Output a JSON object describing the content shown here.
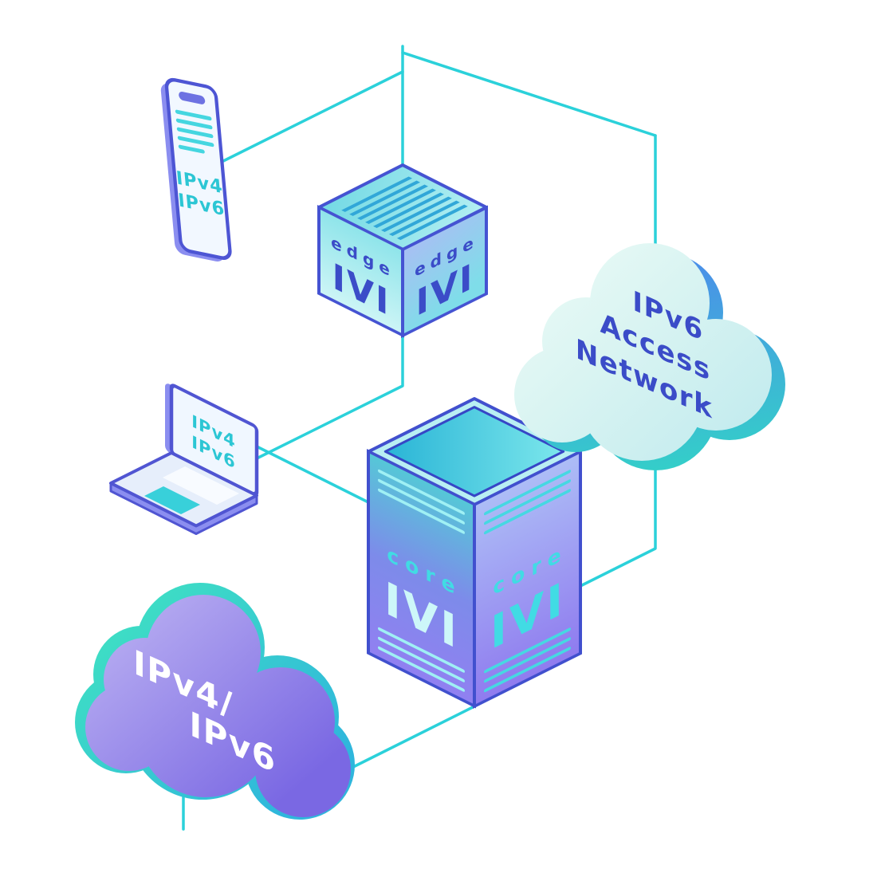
{
  "diagram": {
    "phone": {
      "line1": "IPv4",
      "line2": "IPv6"
    },
    "laptop": {
      "line1": "IPv4",
      "line2": "IPv6"
    },
    "edge_cube": {
      "label": "edge",
      "logo": "IVI"
    },
    "core_box": {
      "label": "core",
      "logo": "IVI"
    },
    "cloud_access": {
      "line1": "IPv6",
      "line2": "Access",
      "line3": "Network"
    },
    "cloud_ipv46": {
      "line1": "IPv4/",
      "line2": "IPv6"
    },
    "colors": {
      "connector": "#2bd1da",
      "text_indigo": "#3b4cc8",
      "text_teal": "#2cc6d4",
      "cloud_purple": "#8b7cf0",
      "cloud_mint": "#def5f0",
      "cloud_shadow_blue": "#4a90e8",
      "cloud_shadow_teal": "#35d6c0",
      "device_outline": "#4d55d4"
    }
  }
}
